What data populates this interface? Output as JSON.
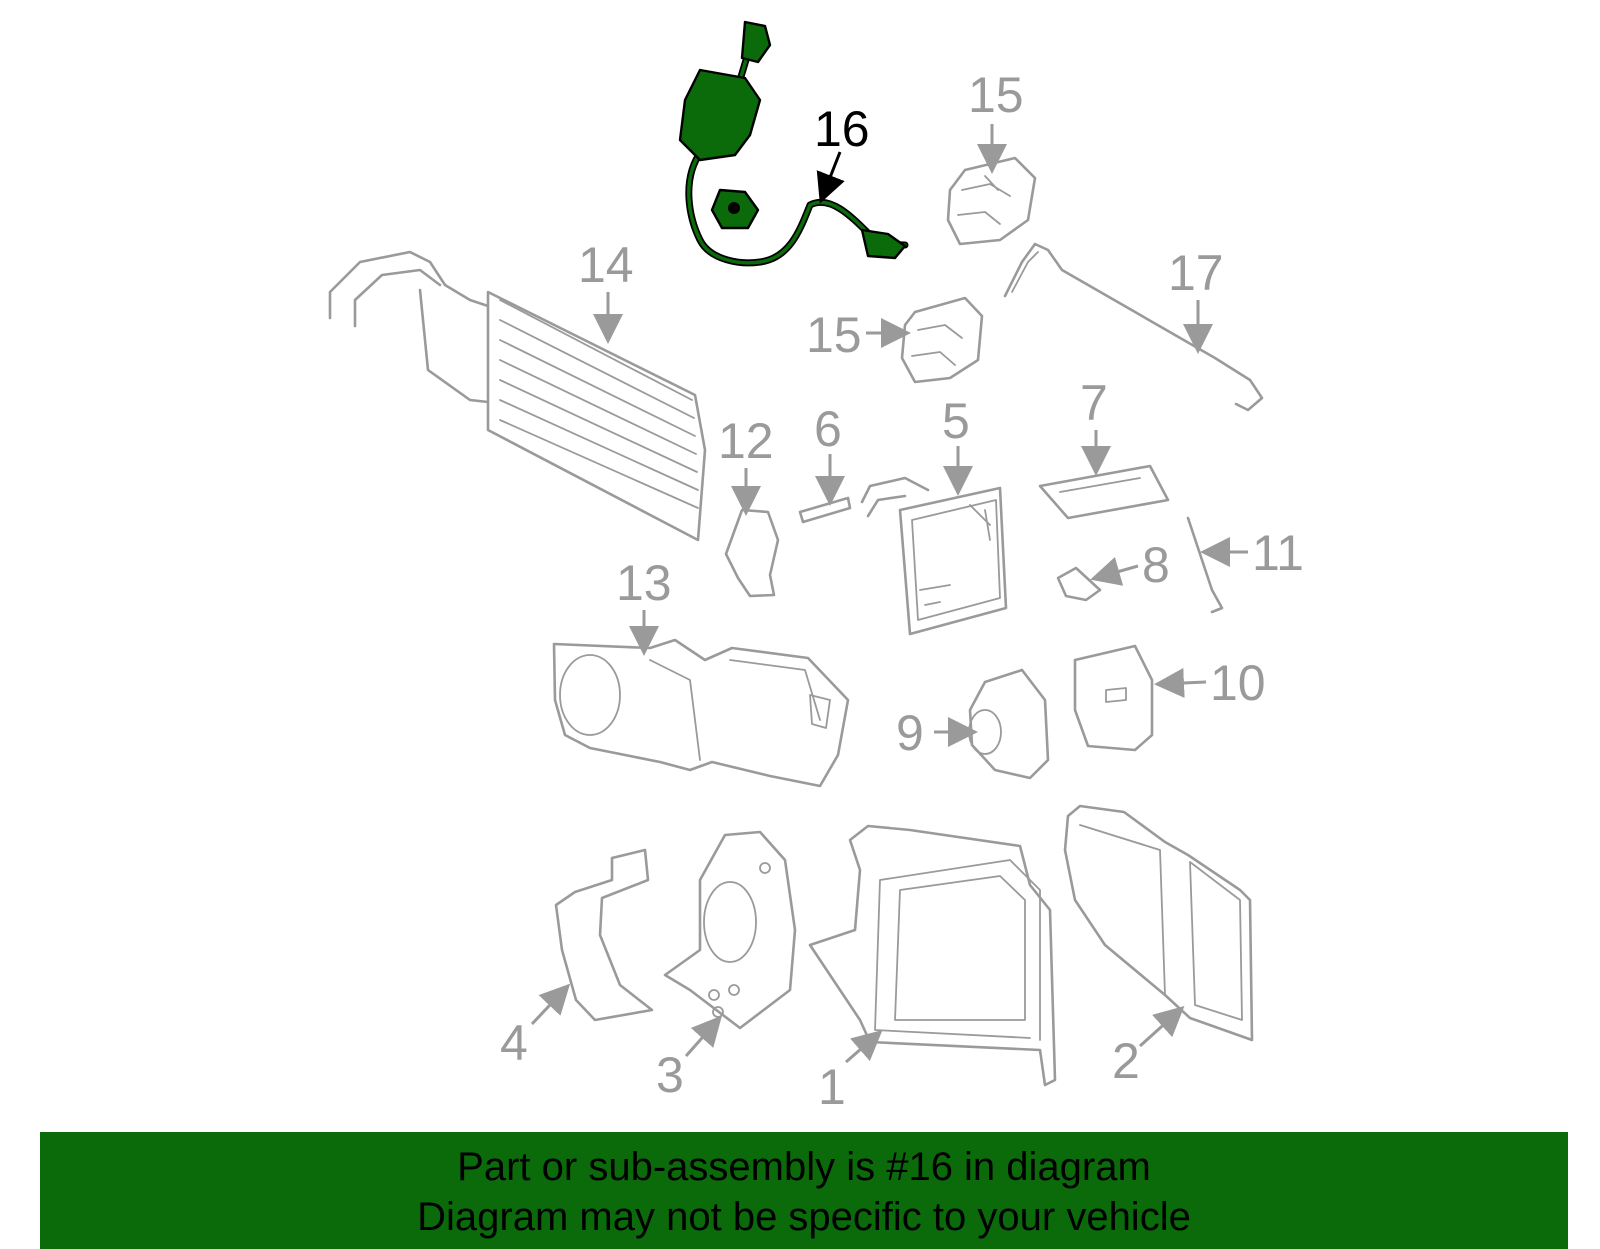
{
  "diagram": {
    "highlight_color": "#0b6b0b",
    "outline_color": "#9a9a9a",
    "callouts": [
      {
        "id": "c1",
        "label": "1"
      },
      {
        "id": "c2",
        "label": "2"
      },
      {
        "id": "c3",
        "label": "3"
      },
      {
        "id": "c4",
        "label": "4"
      },
      {
        "id": "c5",
        "label": "5"
      },
      {
        "id": "c6",
        "label": "6"
      },
      {
        "id": "c7",
        "label": "7"
      },
      {
        "id": "c8",
        "label": "8"
      },
      {
        "id": "c9",
        "label": "9"
      },
      {
        "id": "c10",
        "label": "10"
      },
      {
        "id": "c11",
        "label": "11"
      },
      {
        "id": "c12",
        "label": "12"
      },
      {
        "id": "c13",
        "label": "13"
      },
      {
        "id": "c14",
        "label": "14"
      },
      {
        "id": "c15a",
        "label": "15"
      },
      {
        "id": "c15b",
        "label": "15"
      },
      {
        "id": "c16",
        "label": "16"
      },
      {
        "id": "c17",
        "label": "17"
      }
    ]
  },
  "banner": {
    "background": "#0b6b0b",
    "line1": "Part or sub-assembly is #16 in diagram",
    "line2": "Diagram may not be specific to your vehicle"
  }
}
